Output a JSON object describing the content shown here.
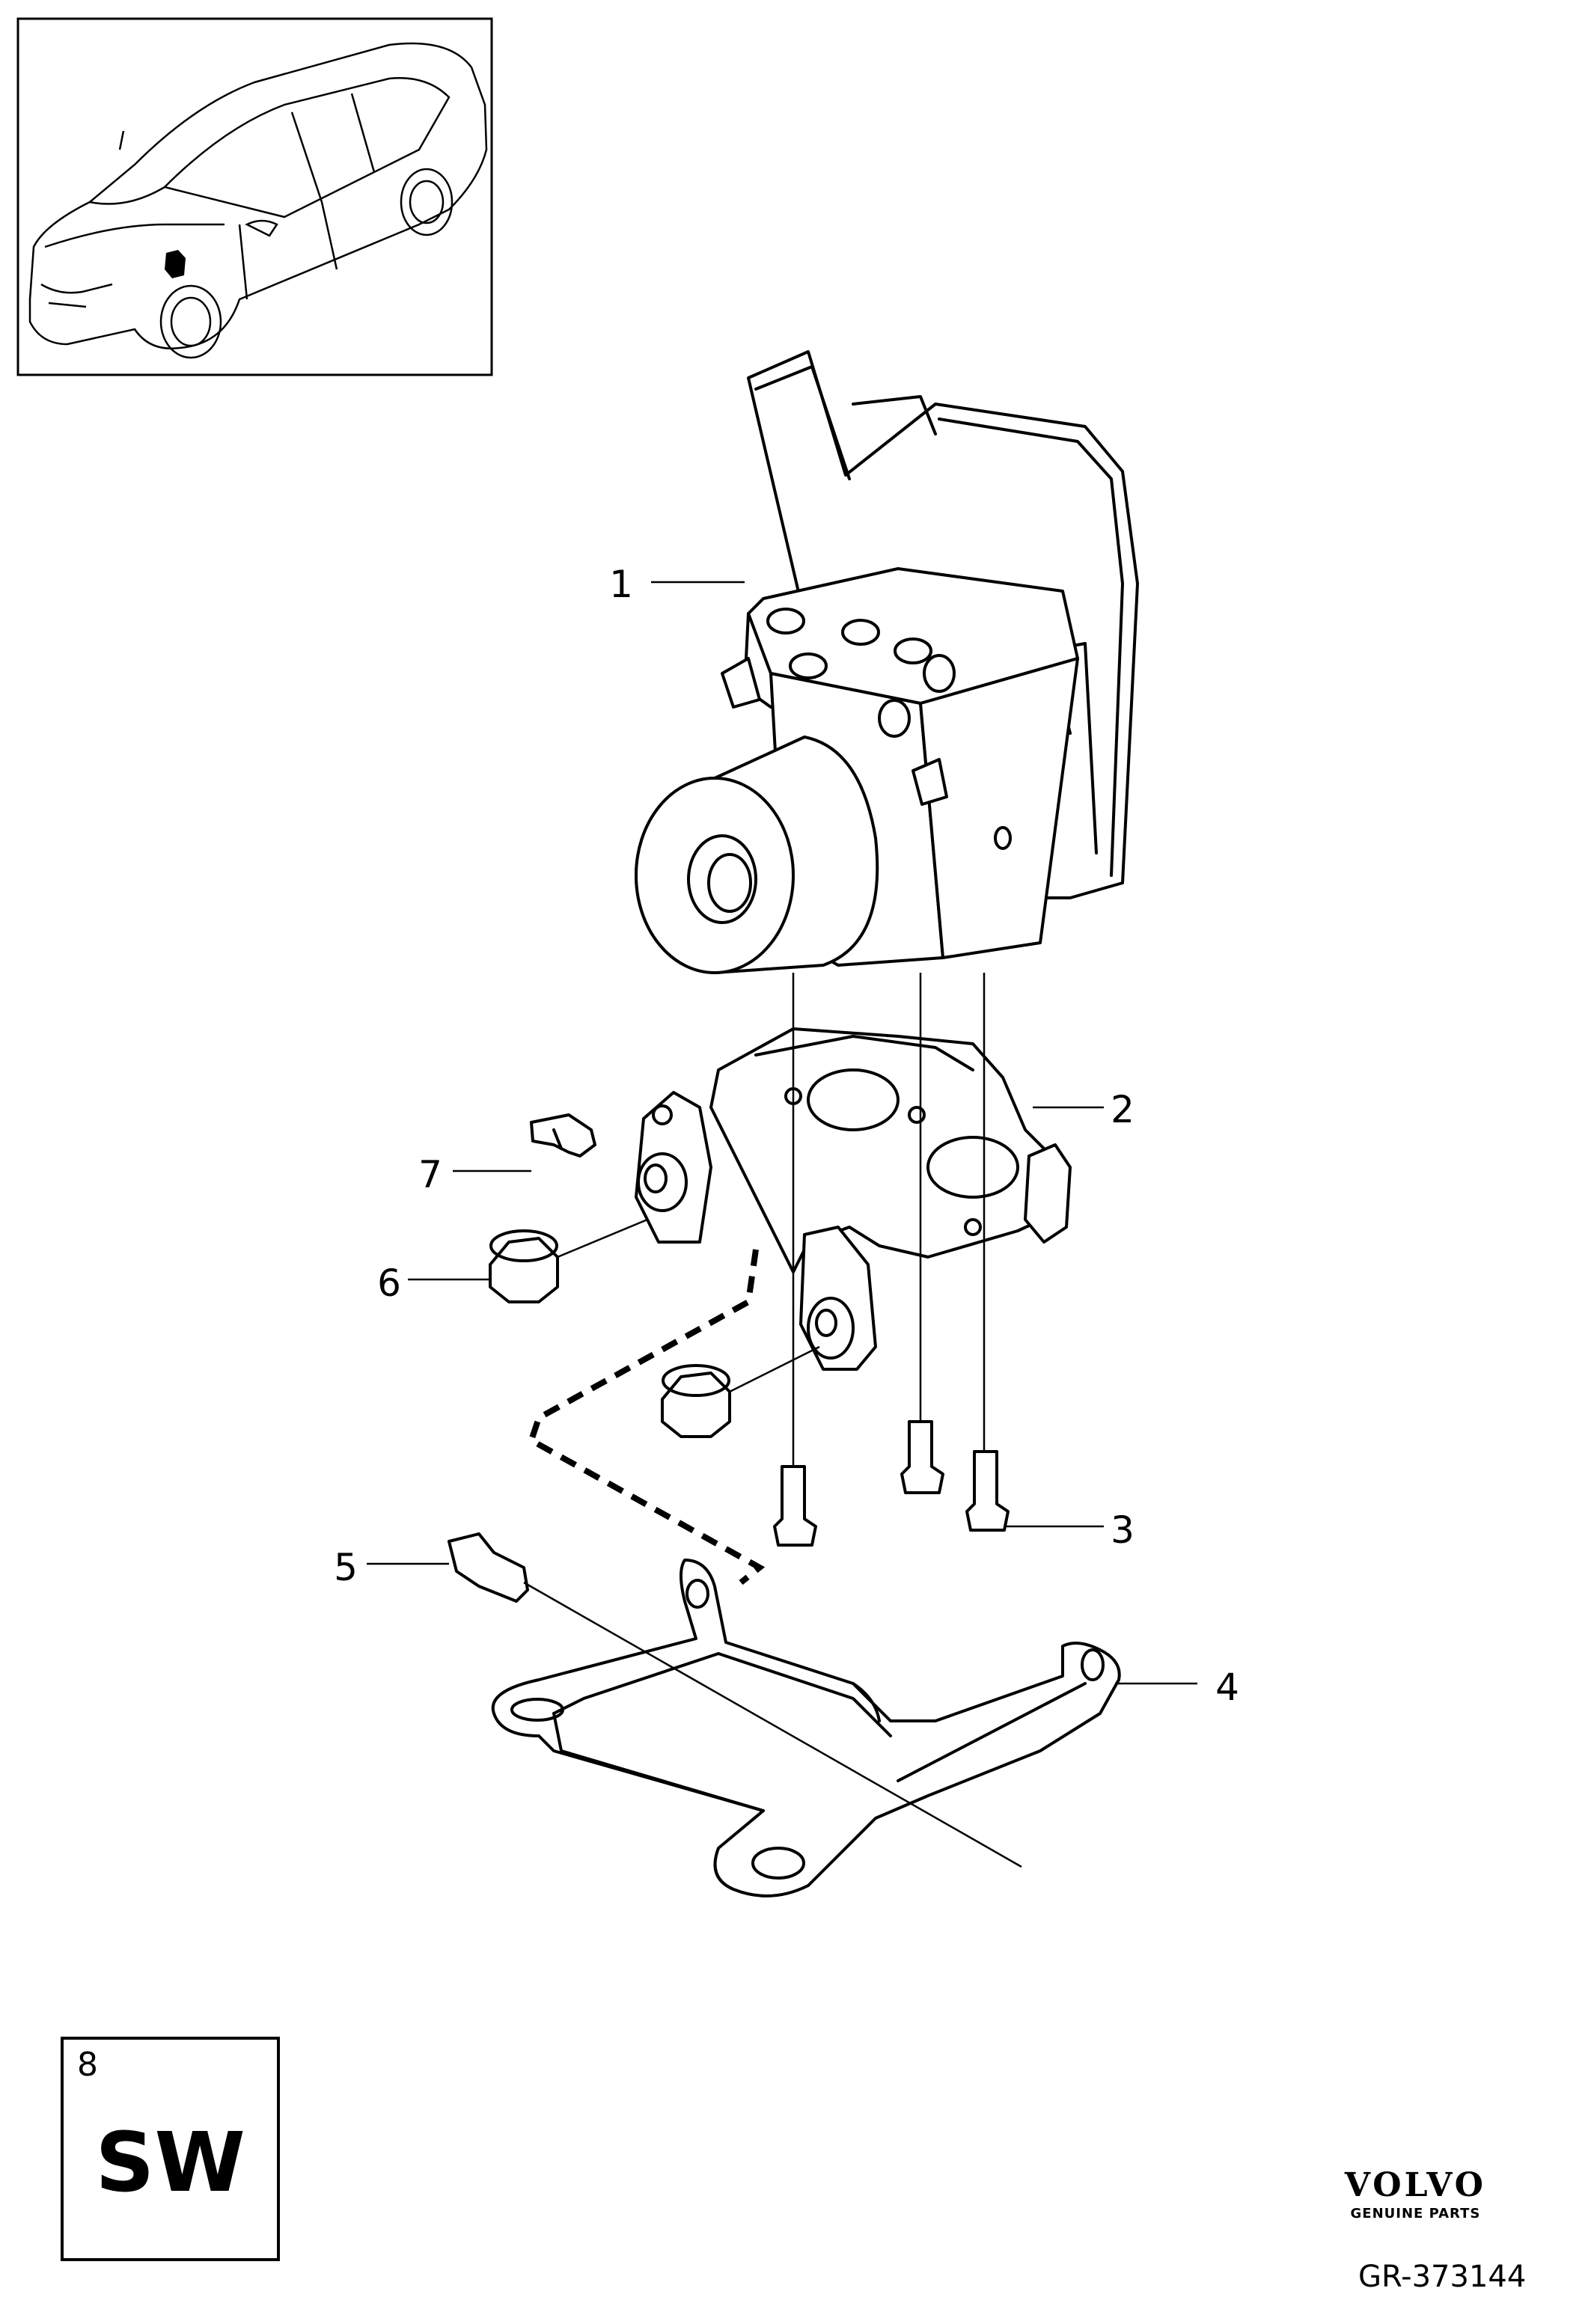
{
  "callouts": [
    "1",
    "2",
    "3",
    "4",
    "5",
    "6",
    "7"
  ],
  "section": {
    "number": "8",
    "code": "SW"
  },
  "brand": {
    "name": "VOLVO",
    "tagline": "GENUINE PARTS"
  },
  "reference": "GR-373144"
}
